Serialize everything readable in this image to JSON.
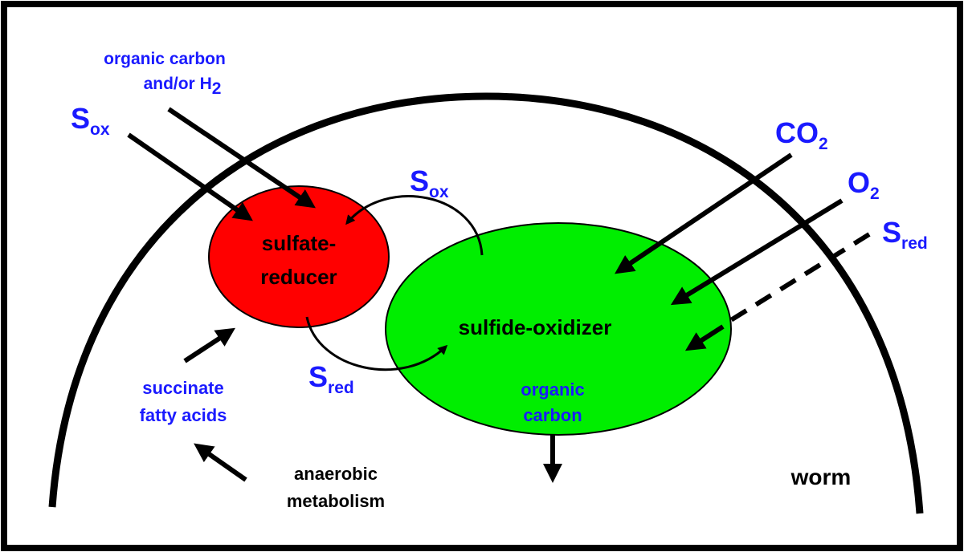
{
  "colors": {
    "frame": "#000000",
    "sulfate_reducer_fill": "#ff0000",
    "sulfide_oxidizer_fill": "#00ee00",
    "label_blue": "#1a1aff",
    "label_black": "#000000"
  },
  "cells": {
    "sulfate_reducer": {
      "line1": "sulfate-",
      "line2": "reducer"
    },
    "sulfide_oxidizer": {
      "label": "sulfide-oxidizer"
    }
  },
  "labels": {
    "organic_carbon_in_line1": "organic carbon",
    "organic_carbon_in_line2_text": "and/or H",
    "organic_carbon_in_line2_sub": "2",
    "s_ox_left_main": "S",
    "s_ox_left_sub": "ox",
    "s_ox_mid_main": "S",
    "s_ox_mid_sub": "ox",
    "s_red_mid_main": "S",
    "s_red_mid_sub": "red",
    "co2_main": "CO",
    "co2_sub": "2",
    "o2_main": "O",
    "o2_sub": "2",
    "s_red_right_main": "S",
    "s_red_right_sub": "red",
    "succinate": "succinate",
    "fatty_acids": "fatty acids",
    "organic_carbon_out_line1": "organic",
    "organic_carbon_out_line2": "carbon",
    "anaerobic_line1": "anaerobic",
    "anaerobic_line2": "metabolism",
    "worm": "worm"
  }
}
